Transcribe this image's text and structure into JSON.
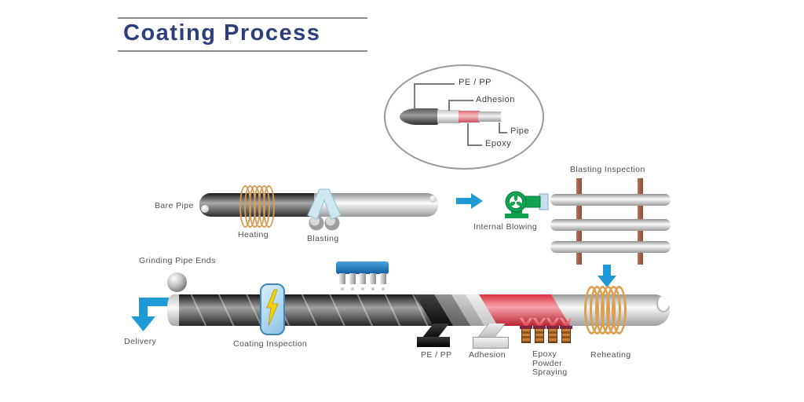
{
  "title": "Coating Process",
  "cutaway": {
    "pe_pp": "PE / PP",
    "adhesion": "Adhesion",
    "pipe": "Pipe",
    "epoxy": "Epoxy"
  },
  "top_row": {
    "bare_pipe": "Bare Pipe",
    "heating": "Heating",
    "blasting": "Blasting",
    "internal_blowing": "Internal Blowing",
    "blasting_inspection": "Blasting Inspection"
  },
  "bottom_row": {
    "grinding": "Grinding Pipe Ends",
    "delivery": "Delivery",
    "coating_inspection": "Coating Inspection",
    "pe_pp": "PE / PP",
    "adhesion": "Adhesion",
    "epoxy_spraying_lines": [
      "Epoxy",
      "Powder",
      "Spraying"
    ],
    "reheating": "Reheating"
  },
  "colors": {
    "title_navy": "#2c3f7c",
    "arrow_blue": "#1f9ad6",
    "blower_green": "#10a351",
    "epoxy_red": "#d8333f",
    "coil_tan": "#d49a52",
    "post_brown": "#a5654a",
    "comb_blue": "#1f7fc4",
    "bolt_yellow": "#f3d307"
  }
}
